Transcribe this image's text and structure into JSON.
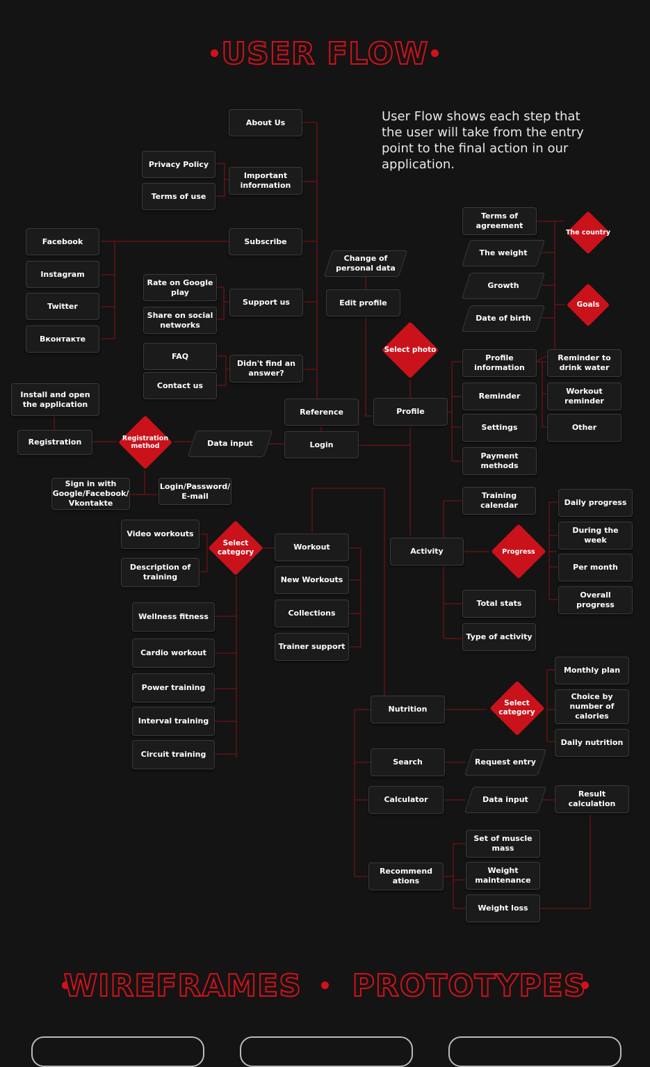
{
  "headings": {
    "user_flow": "USER FLOW",
    "wireframes": "WIREFRAMES",
    "prototypes": "PROTOTYPES"
  },
  "description": "User Flow shows each step that the user will take from the entry point to the final action in our application.",
  "colors": {
    "background": "#141414",
    "accent": "#d4111a",
    "node": "#1b1b1b"
  },
  "nodes": {
    "about_us": "About Us",
    "privacy_policy": "Privacy Policy",
    "terms_of_use": "Terms of use",
    "important_information": "Important information",
    "facebook": "Facebook",
    "instagram": "Instagram",
    "twitter": "Twitter",
    "vkontakte": "Вконтакте",
    "subscribe": "Subscribe",
    "rate_google_play": "Rate on Google play",
    "share_social": "Share on social networks",
    "support_us": "Support us",
    "faq": "FAQ",
    "contact_us": "Contact us",
    "didnt_find": "Didn't find an answer?",
    "install_open": "Install and open the application",
    "registration": "Registration",
    "registration_method": "Registration method",
    "data_input_1": "Data input",
    "sign_in_with": "Sign in with Google/Facebook/ Vkontakte",
    "login_password": "Login/Password/ E-mail",
    "reference": "Reference",
    "login": "Login",
    "change_personal_data": "Change of personal data",
    "edit_profile": "Edit profile",
    "select_photo": "Select photo",
    "profile": "Profile",
    "terms_agreement": "Terms of agreement",
    "the_weight": "The weight",
    "growth": "Growth",
    "date_of_birth": "Date of birth",
    "the_country": "The country",
    "goals": "Goals",
    "profile_information": "Profile information",
    "reminder": "Reminder",
    "settings": "Settings",
    "payment_methods": "Payment methods",
    "reminder_water": "Reminder to drink water",
    "workout_reminder": "Workout reminder",
    "other": "Other",
    "video_workouts": "Video workouts",
    "description_training": "Description of training",
    "select_category_1": "Select category",
    "workout": "Workout",
    "new_workouts": "New Workouts",
    "collections": "Collections",
    "trainer_support": "Trainer support",
    "wellness_fitness": "Wellness fitness",
    "cardio_workout": "Cardio workout",
    "power_training": "Power training",
    "interval_training": "Interval training",
    "circuit_training": "Circuit training",
    "training_calendar": "Training calendar",
    "activity": "Activity",
    "progress": "Progress",
    "daily_progress": "Daily progress",
    "during_week": "During the week",
    "per_month": "Per month",
    "overall_progress": "Overall progress",
    "total_stats": "Total stats",
    "type_activity": "Type of activity",
    "nutrition": "Nutrition",
    "select_category_2": "Select category",
    "monthly_plan": "Monthly plan",
    "choice_calories": "Choice by number of calories",
    "daily_nutrition": "Daily nutrition",
    "search": "Search",
    "request_entry": "Request entry",
    "calculator": "Calculator",
    "data_input_2": "Data input",
    "result_calculation": "Result calculation",
    "recommendations": "Recommend ations",
    "set_muscle_mass": "Set of muscle mass",
    "weight_maintenance": "Weight maintenance",
    "weight_loss": "Weight loss"
  }
}
